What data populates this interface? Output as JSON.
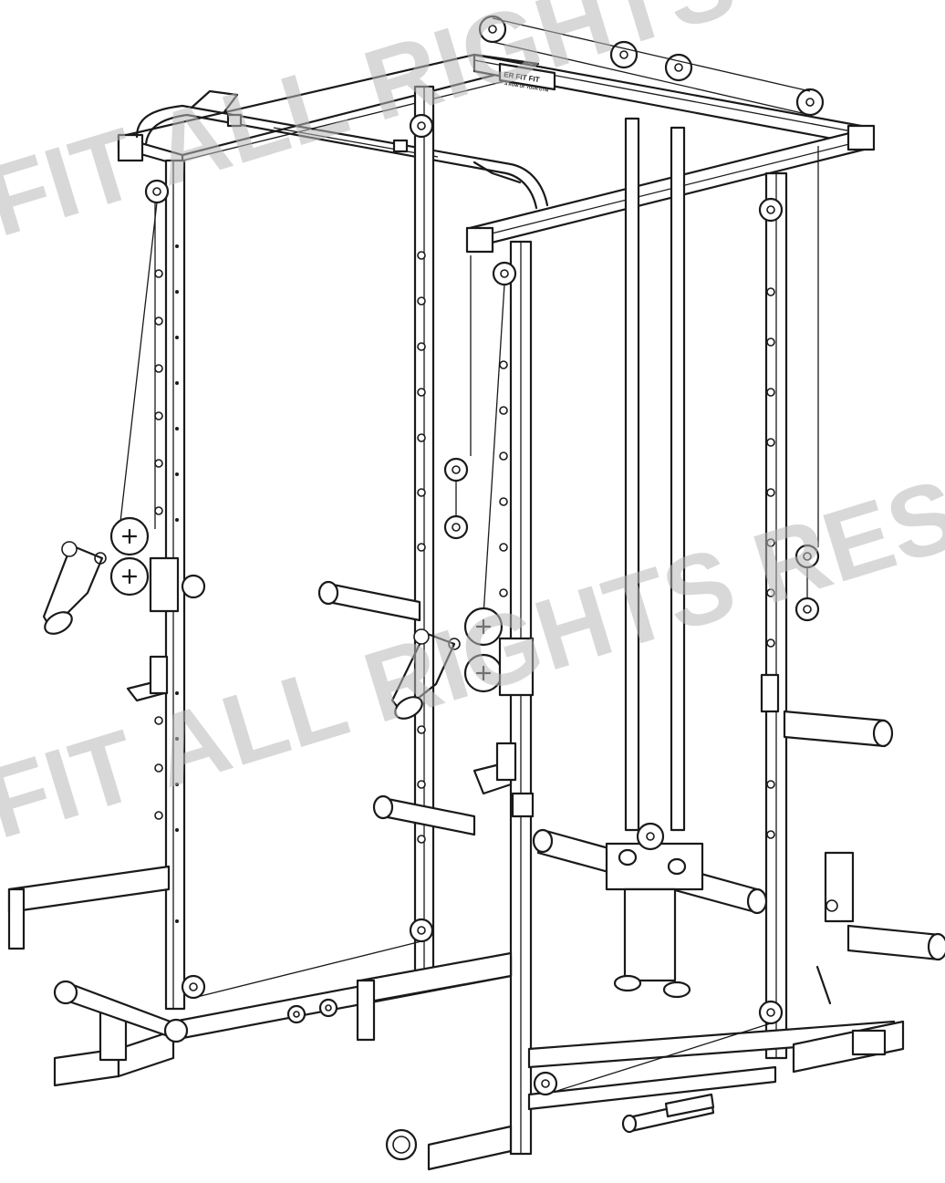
{
  "brand": {
    "logo_text": "ER FIT FIT",
    "tagline": "A ROW OF YOUR GYM"
  },
  "watermark": {
    "line1": "FIT ALL RIGHTS",
    "line2": "FIT ALL RIGHTS RESERV"
  },
  "colors": {
    "line": "#1a1a1a",
    "background": "#ffffff",
    "watermark": "#b9b9b9"
  }
}
